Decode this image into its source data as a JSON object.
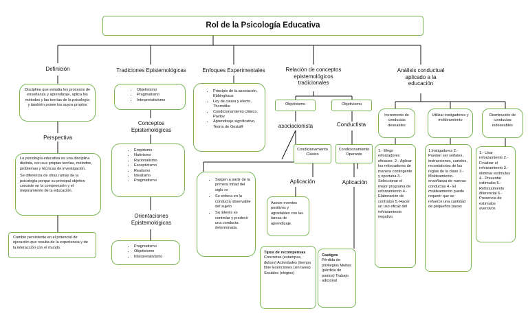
{
  "title": "Rol de la Psicología Educativa",
  "definicion": {
    "label": "Definición",
    "text": "Disciplina que estudia los procesos de enseñanza y aprendizaje, aplica los métodos y las teorías de la psicología y también posee los suyos propios",
    "perspectiva_label": "Perspectiva",
    "perspectiva_p1": "La psicología educativa es una disciplina distinta, con sus propias teorías, métodos, problemas y técnicas de investigación.",
    "perspectiva_p2": "Se diferencia de otras ramas de la psicología porque su principal objetivo consiste en la comprensión y el mejoramiento de la educación.",
    "cambio": "Cambio persistente en el potencial de ejecución que resulta de la experiencia y de la interacción con el mundo."
  },
  "tradiciones": {
    "label": "Tradiciones Epistemológicas",
    "items": [
      "Objetivismo",
      "Pragmatismo",
      "Interpretativismo"
    ],
    "conceptos_label": "Conceptos Epistemológicas",
    "conceptos": [
      "Empirismo",
      "Nativismo",
      "Racionalismo",
      "Escepticismo",
      "Realismo",
      "Idealismo",
      "Pragmatismo"
    ],
    "orientaciones_label": "Orientaciones Epistemológicas",
    "orientaciones": [
      "Pragmatismo",
      "Objetivismo",
      "Interpretativismo"
    ]
  },
  "enfoques": {
    "label": "Enfoques Experimentales",
    "items": [
      "Principio de la asociación, Ebbinghaus",
      "Ley de causa y efecto, Thorndike",
      "Condicionamiento clásico, Pavlov",
      "Aprendizaje significativo, Teoría de GestaR"
    ]
  },
  "relacion": {
    "label": "Relación de conceptos epistemológicos tradicionales",
    "obj1": "Objetivismo",
    "obj2": "Objetivismo",
    "asociacionista": "asociacionista",
    "conductista": "Conductista",
    "cond_clasico": "Condicionamiento Clásico",
    "cond_operante": "Condicionamiento Operante",
    "bullets": [
      "Surgen a partir de la primera mitad del siglo xx",
      "Se enfoca en la conducta observable del sujeto",
      "Su interés es controlar y predecir una conducta determinada."
    ],
    "aplicacion1": "Aplicación",
    "aplicacion2": "Aplicación",
    "asocie": "Asocie eventos positivos y agradables con las tareas de aprendizaje.",
    "tipos_title": "Tipos de recompensas",
    "tipos_text": "Concretas (estampas, dulces) Actividades (tiempo libre Exenciones (sin tarea) Sociales (elogios)",
    "castigos_title": "Castigos",
    "castigos_text": "Pérdida de privilegios Multas (pérdida de puntos) Trabajo adicional"
  },
  "analisis": {
    "label": "Análisis conductual aplicado a la educación",
    "incremento": "Incremento de conductas deseables",
    "utilizar": "Utilizar instigadores y moldeamiento",
    "disminucion": "Disminución de conductas indeseables",
    "incremento_list": "1.- Elegir reforzadores eficaces- 2.- Aplicar los reforzadores de manera contingente y oportuna 3.- Seleccionar el mejor programa de reforzamiento 4.- Elaboración de contratos 5.-Hacer un uso eficaz del reforzamiento negativo",
    "utilizar_list": "1.Instigadores 2.- Pueden ser señales, instrucciones, carteles, recordatorios de las reglas de la clase 3.- Moldeamiento-enseñanza de nuevas conductas 4.- El moldeamiento puede requerir que se refuerce una cantidad de pequeños pasos",
    "disminucion_list": "1.- Usar reforzamiento 2.- Finalizar el reforzamiento 3.- eliminar estímulos 4.- Presentar estímulos 5.- Reforzamiento diferencial 6.- Presencia de estímulos aversivos"
  }
}
